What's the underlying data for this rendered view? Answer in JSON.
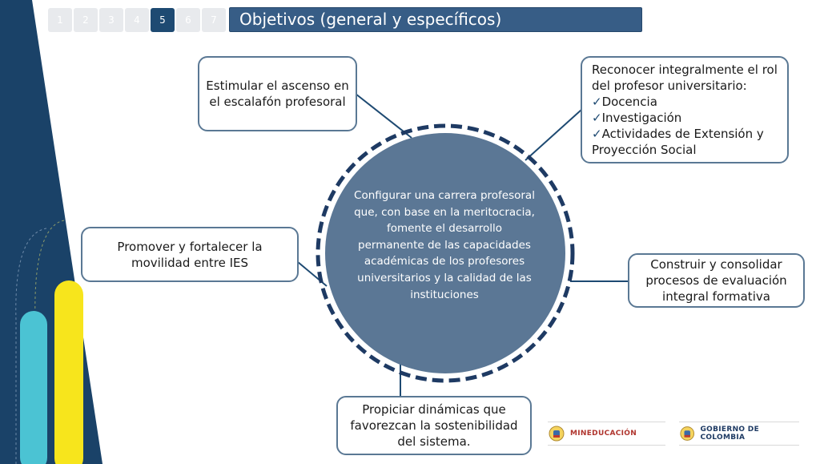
{
  "nav": {
    "tabs": [
      {
        "label": "1",
        "active": false
      },
      {
        "label": "2",
        "active": false
      },
      {
        "label": "3",
        "active": false
      },
      {
        "label": "4",
        "active": false
      },
      {
        "label": "5",
        "active": true
      },
      {
        "label": "6",
        "active": false
      },
      {
        "label": "7",
        "active": false
      }
    ]
  },
  "title": "Objetivos (general y específicos)",
  "center": {
    "text": "Configurar una carrera profesoral que, con base en la meritocracia, fomente el desarrollo permanente de las capacidades académicas de los profesores universitarios y la calidad de las instituciones"
  },
  "objectives": {
    "ascenso": "Estimular el ascenso en el escalafón profesoral",
    "rol": {
      "intro": "Reconocer integralmente el rol del profesor universitario:",
      "items": [
        "Docencia",
        "Investigación",
        "Actividades de Extensión y Proyección Social"
      ]
    },
    "movilidad": "Promover y fortalecer la movilidad entre IES",
    "evaluacion": "Construir y consolidar procesos de evaluación integral formativa",
    "sostenibilidad": "Propiciar dinámicas que favorezcan la sostenibilidad del sistema."
  },
  "logos": {
    "mineducacion": "MINEDUCACIÓN",
    "gobierno": "GOBIERNO DE COLOMBIA"
  },
  "colors": {
    "navy": "#1e4a72",
    "slate_circle": "#5b7795",
    "title_bar": "#375d86",
    "cyan": "#4bc3d3",
    "yellow": "#f7e51c",
    "dark_blue": "#173f63"
  }
}
